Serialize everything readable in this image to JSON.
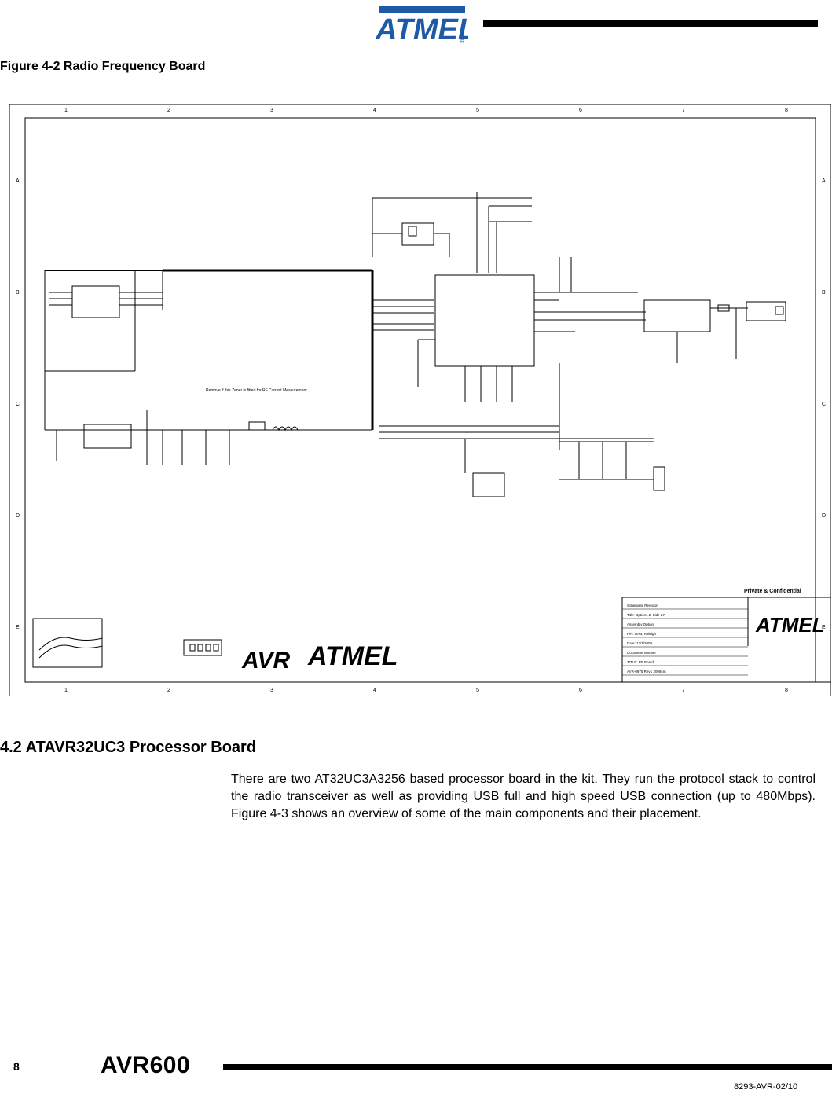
{
  "header": {
    "logo_text": "ATMEL",
    "brand_color": "#1f5aa6"
  },
  "figure": {
    "caption": "Figure 4-2 Radio Frequency Board",
    "schematic": {
      "border_numbers": [
        "1",
        "2",
        "3",
        "4",
        "5",
        "6",
        "7",
        "8"
      ],
      "border_letters": [
        "A",
        "B",
        "C",
        "D",
        "E"
      ],
      "note": "Remove if this Zener is fitted for RF Current Measurement",
      "confidential": "Private & Confidential",
      "title_block_rows": [
        "Schematic Revision",
        "Title: Options 2, Side 27",
        "Assembly Option",
        "P/N: RAB, Raleigh",
        "Date: 13/1/2009",
        "Document number",
        "TITLE: RF Board",
        "AVR-0975 Rev1 2008cm"
      ],
      "logos": [
        "AVR",
        "ATMEL"
      ]
    }
  },
  "section": {
    "title": "4.2 ATAVR32UC3 Processor Board",
    "body": "There are two AT32UC3A3256 based processor board in the kit. They run the protocol stack to control the radio transceiver as well as providing USB full and high speed USB connection (up to 480Mbps). Figure 4-3 shows an overview of some of the main components and their placement."
  },
  "footer": {
    "page_number": "8",
    "title": "AVR600",
    "doc_code": "8293-AVR-02/10"
  }
}
